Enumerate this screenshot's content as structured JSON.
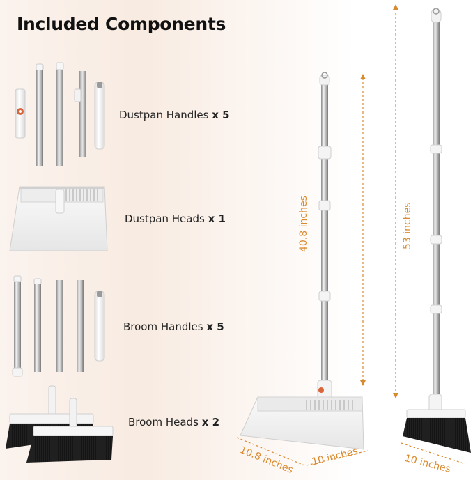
{
  "title": "Included Components",
  "components": [
    {
      "name": "Dustpan Handles",
      "qty": "x 5"
    },
    {
      "name": "Dustpan Heads",
      "qty": "x 1"
    },
    {
      "name": "Broom Handles",
      "qty": "x 5"
    },
    {
      "name": "Broom Heads",
      "qty": "x 2"
    }
  ],
  "dimensions": {
    "dustpan_height": "40.8 inches",
    "broom_height": "53 inches",
    "dustpan_depth": "10.8 inches",
    "dustpan_width": "10 inches",
    "broom_width": "10 inches"
  },
  "colors": {
    "accent": "#d98a2e",
    "white_part": "#f4f4f4",
    "bristle": "#1a1a1a",
    "steel": "#b8b8b8"
  }
}
